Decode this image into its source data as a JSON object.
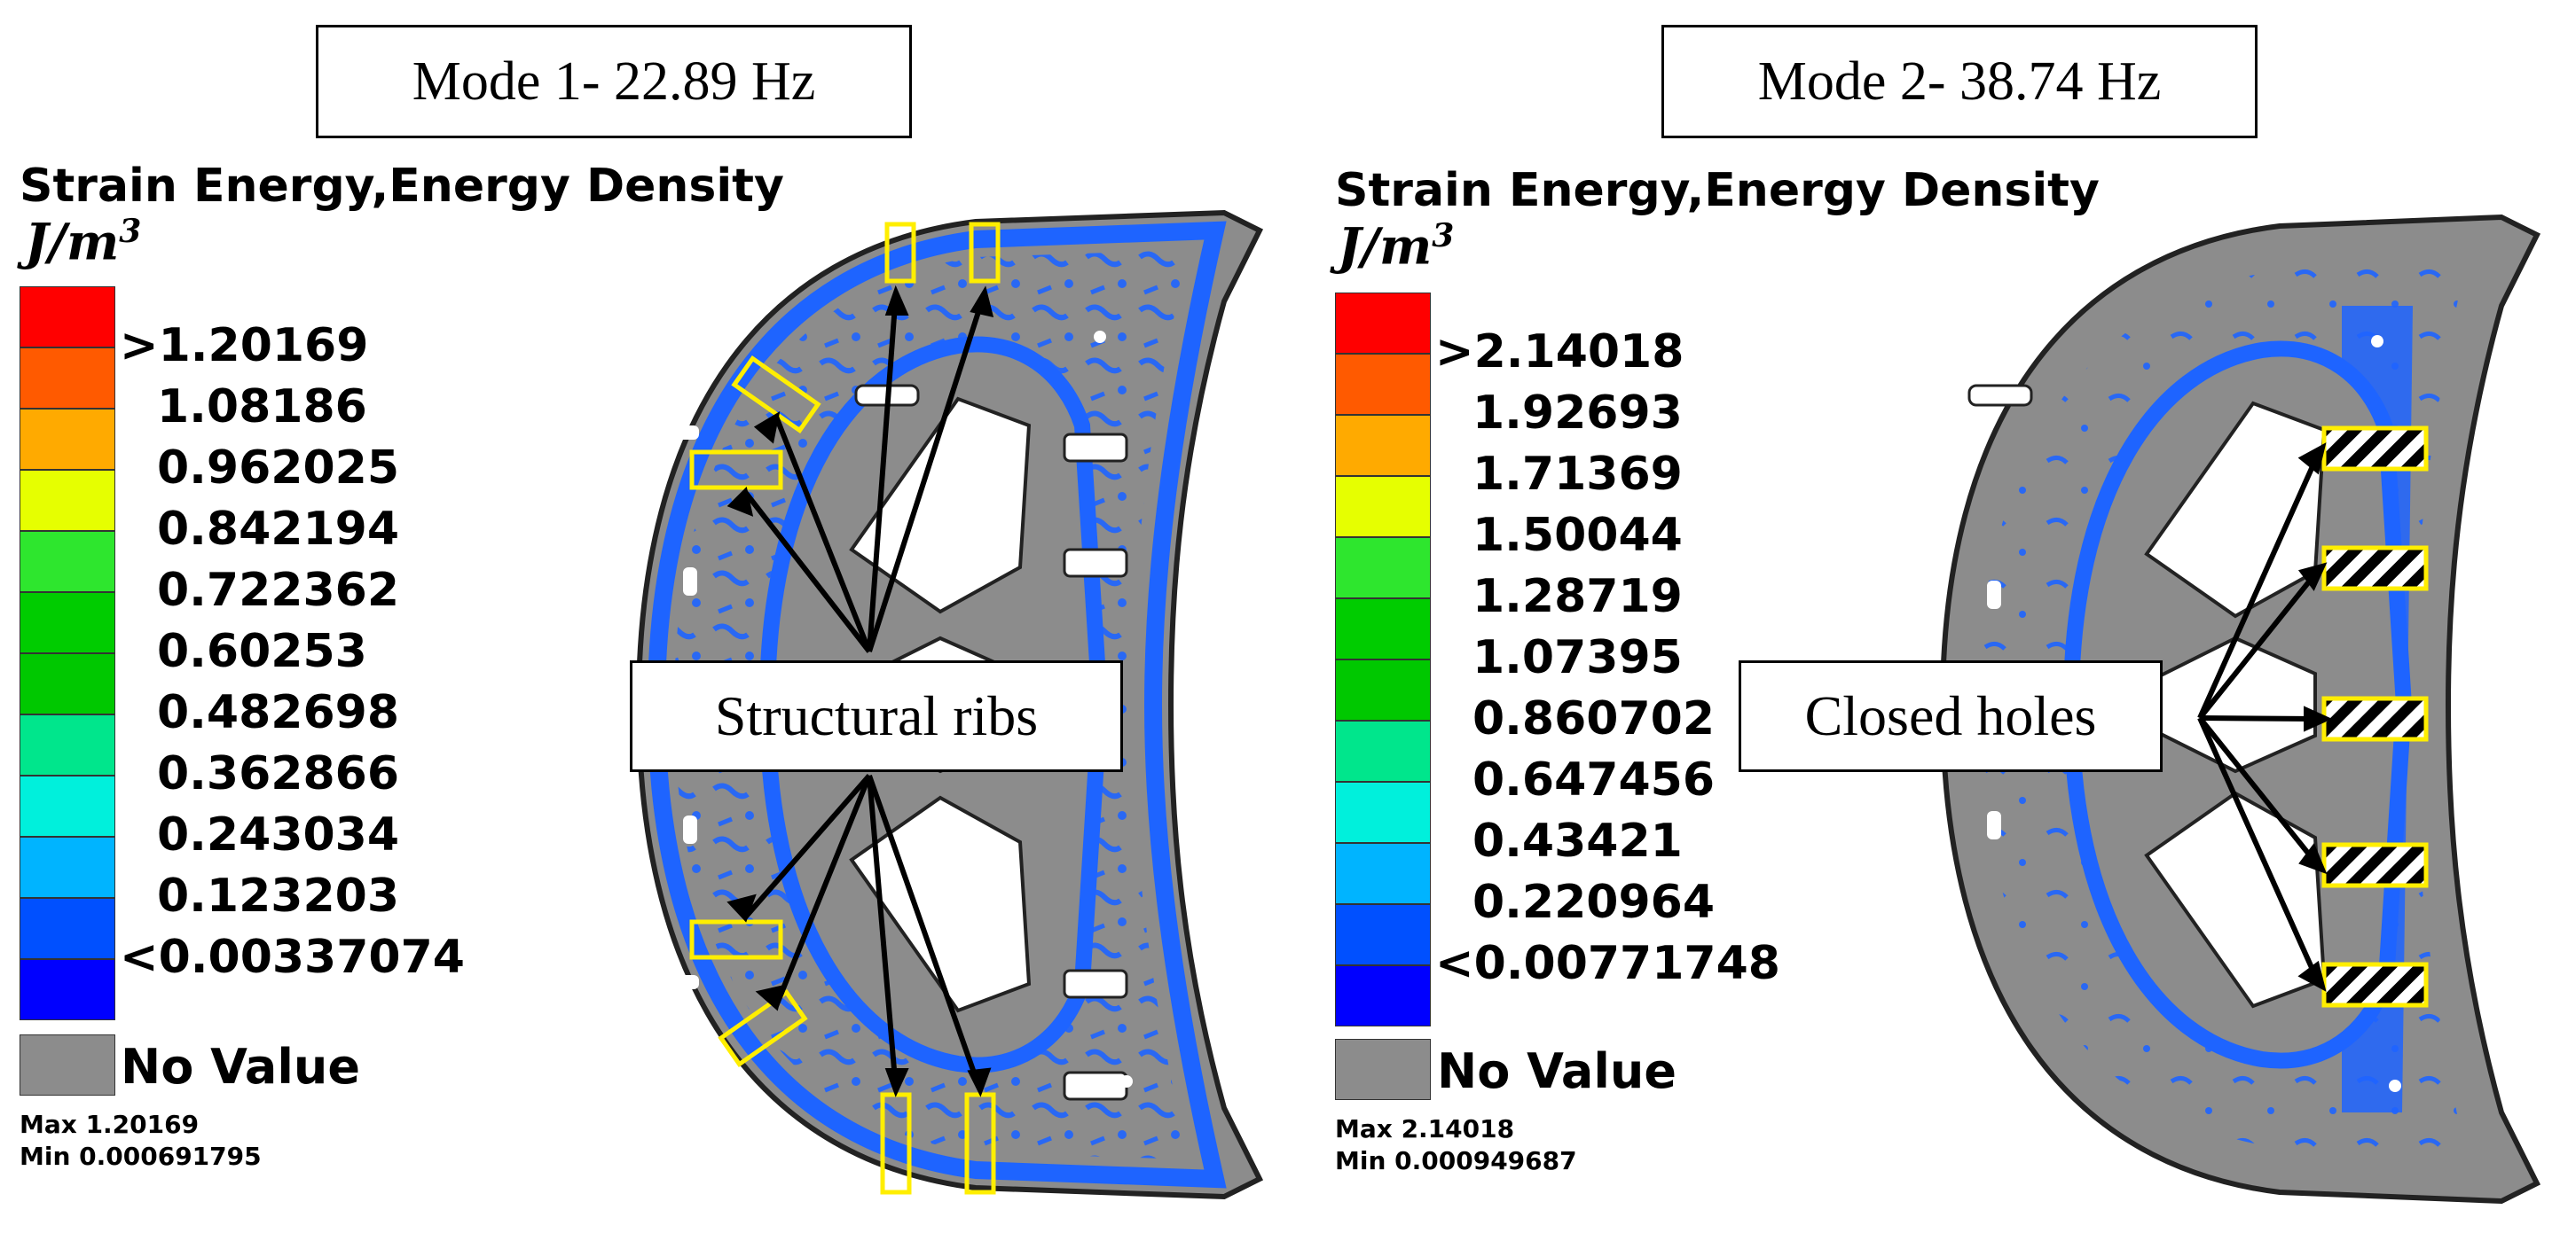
{
  "panels": [
    {
      "mode_label": "Mode 1- 22.89 Hz",
      "legend_title": "Strain Energy,Energy Density",
      "legend_unit_base": "J/m",
      "legend_unit_exp": "3",
      "scale_values": [
        ">1.20169",
        "1.08186",
        "0.962025",
        "0.842194",
        "0.722362",
        "0.60253",
        "0.482698",
        "0.362866",
        "0.243034",
        "0.123203",
        "<0.00337074"
      ],
      "no_value": "No Value",
      "max": "Max 1.20169",
      "min": "Min 0.000691795",
      "callout": "Structural ribs"
    },
    {
      "mode_label": "Mode 2- 38.74 Hz",
      "legend_title": "Strain Energy,Energy Density",
      "legend_unit_base": "J/m",
      "legend_unit_exp": "3",
      "scale_values": [
        ">2.14018",
        "1.92693",
        "1.71369",
        "1.50044",
        "1.28719",
        "1.07395",
        "0.860702",
        "0.647456",
        "0.43421",
        "0.220964",
        "<0.00771748"
      ],
      "no_value": "No Value",
      "max": "Max 2.14018",
      "min": "Min 0.000949687",
      "callout": "Closed holes"
    }
  ],
  "colors": {
    "scale": [
      "#ff0000",
      "#ff5a00",
      "#ffaa00",
      "#e6ff00",
      "#2ee62e",
      "#00cc00",
      "#00c800",
      "#00e68c",
      "#00f0dc",
      "#00b4ff",
      "#0050ff",
      "#0000ff"
    ],
    "no_value": "#8c8c8c",
    "highlight": "#ffee00",
    "panel_gray": "#8c8c8c",
    "panel_blue": "#1e64ff"
  }
}
